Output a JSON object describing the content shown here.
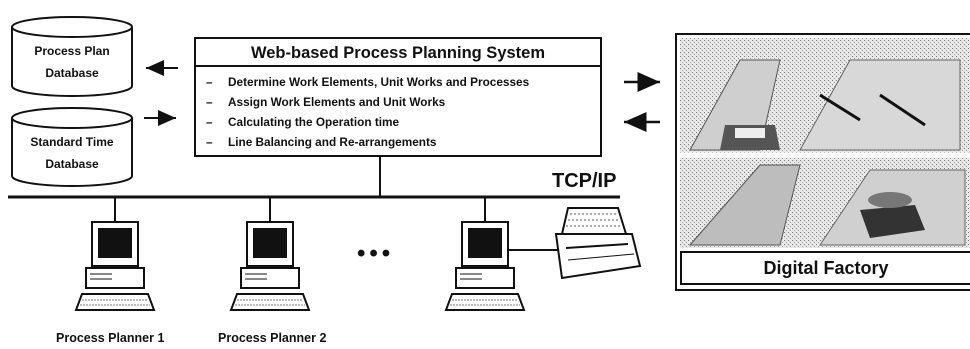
{
  "databases": [
    {
      "label_line1": "Process Plan",
      "label_line2": "Database"
    },
    {
      "label_line1": "Standard Time",
      "label_line2": "Database"
    }
  ],
  "system": {
    "title": "Web-based Process Planning System",
    "items": [
      "Determine Work Elements, Unit Works and Processes",
      "Assign Work Elements and Unit Works",
      "Calculating the Operation time",
      "Line Balancing and Re-arrangements"
    ],
    "bullet": "–"
  },
  "network": {
    "label": "TCP/IP"
  },
  "factory": {
    "label": "Digital Factory"
  },
  "planners": [
    {
      "label": "Process Planner 1"
    },
    {
      "label": "Process Planner 2"
    }
  ],
  "ellipsis": "•••"
}
